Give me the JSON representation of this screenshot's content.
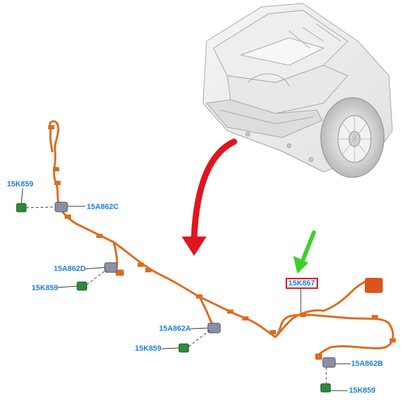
{
  "diagram": {
    "highlight": {
      "part": "15K867",
      "box_color": "#e2141e"
    },
    "labels": {
      "sensor_lf": "15K859",
      "bracket_lf": "15A862C",
      "bracket_lm": "15A862D",
      "sensor_lm": "15K859",
      "bracket_rm": "15A862A",
      "sensor_rm": "15K859",
      "harness": "15K867",
      "bracket_rf": "15A862B",
      "sensor_rf": "15K859"
    },
    "colors": {
      "label_text": "#1f7fe0",
      "harness": "#e06a1c",
      "sensor": "#2f8a3a",
      "bracket": "#8a8fa8",
      "arrow_red": "#e2141e",
      "arrow_green": "#3ecf2c",
      "vehicle_outline": "#9a9a9a"
    }
  }
}
